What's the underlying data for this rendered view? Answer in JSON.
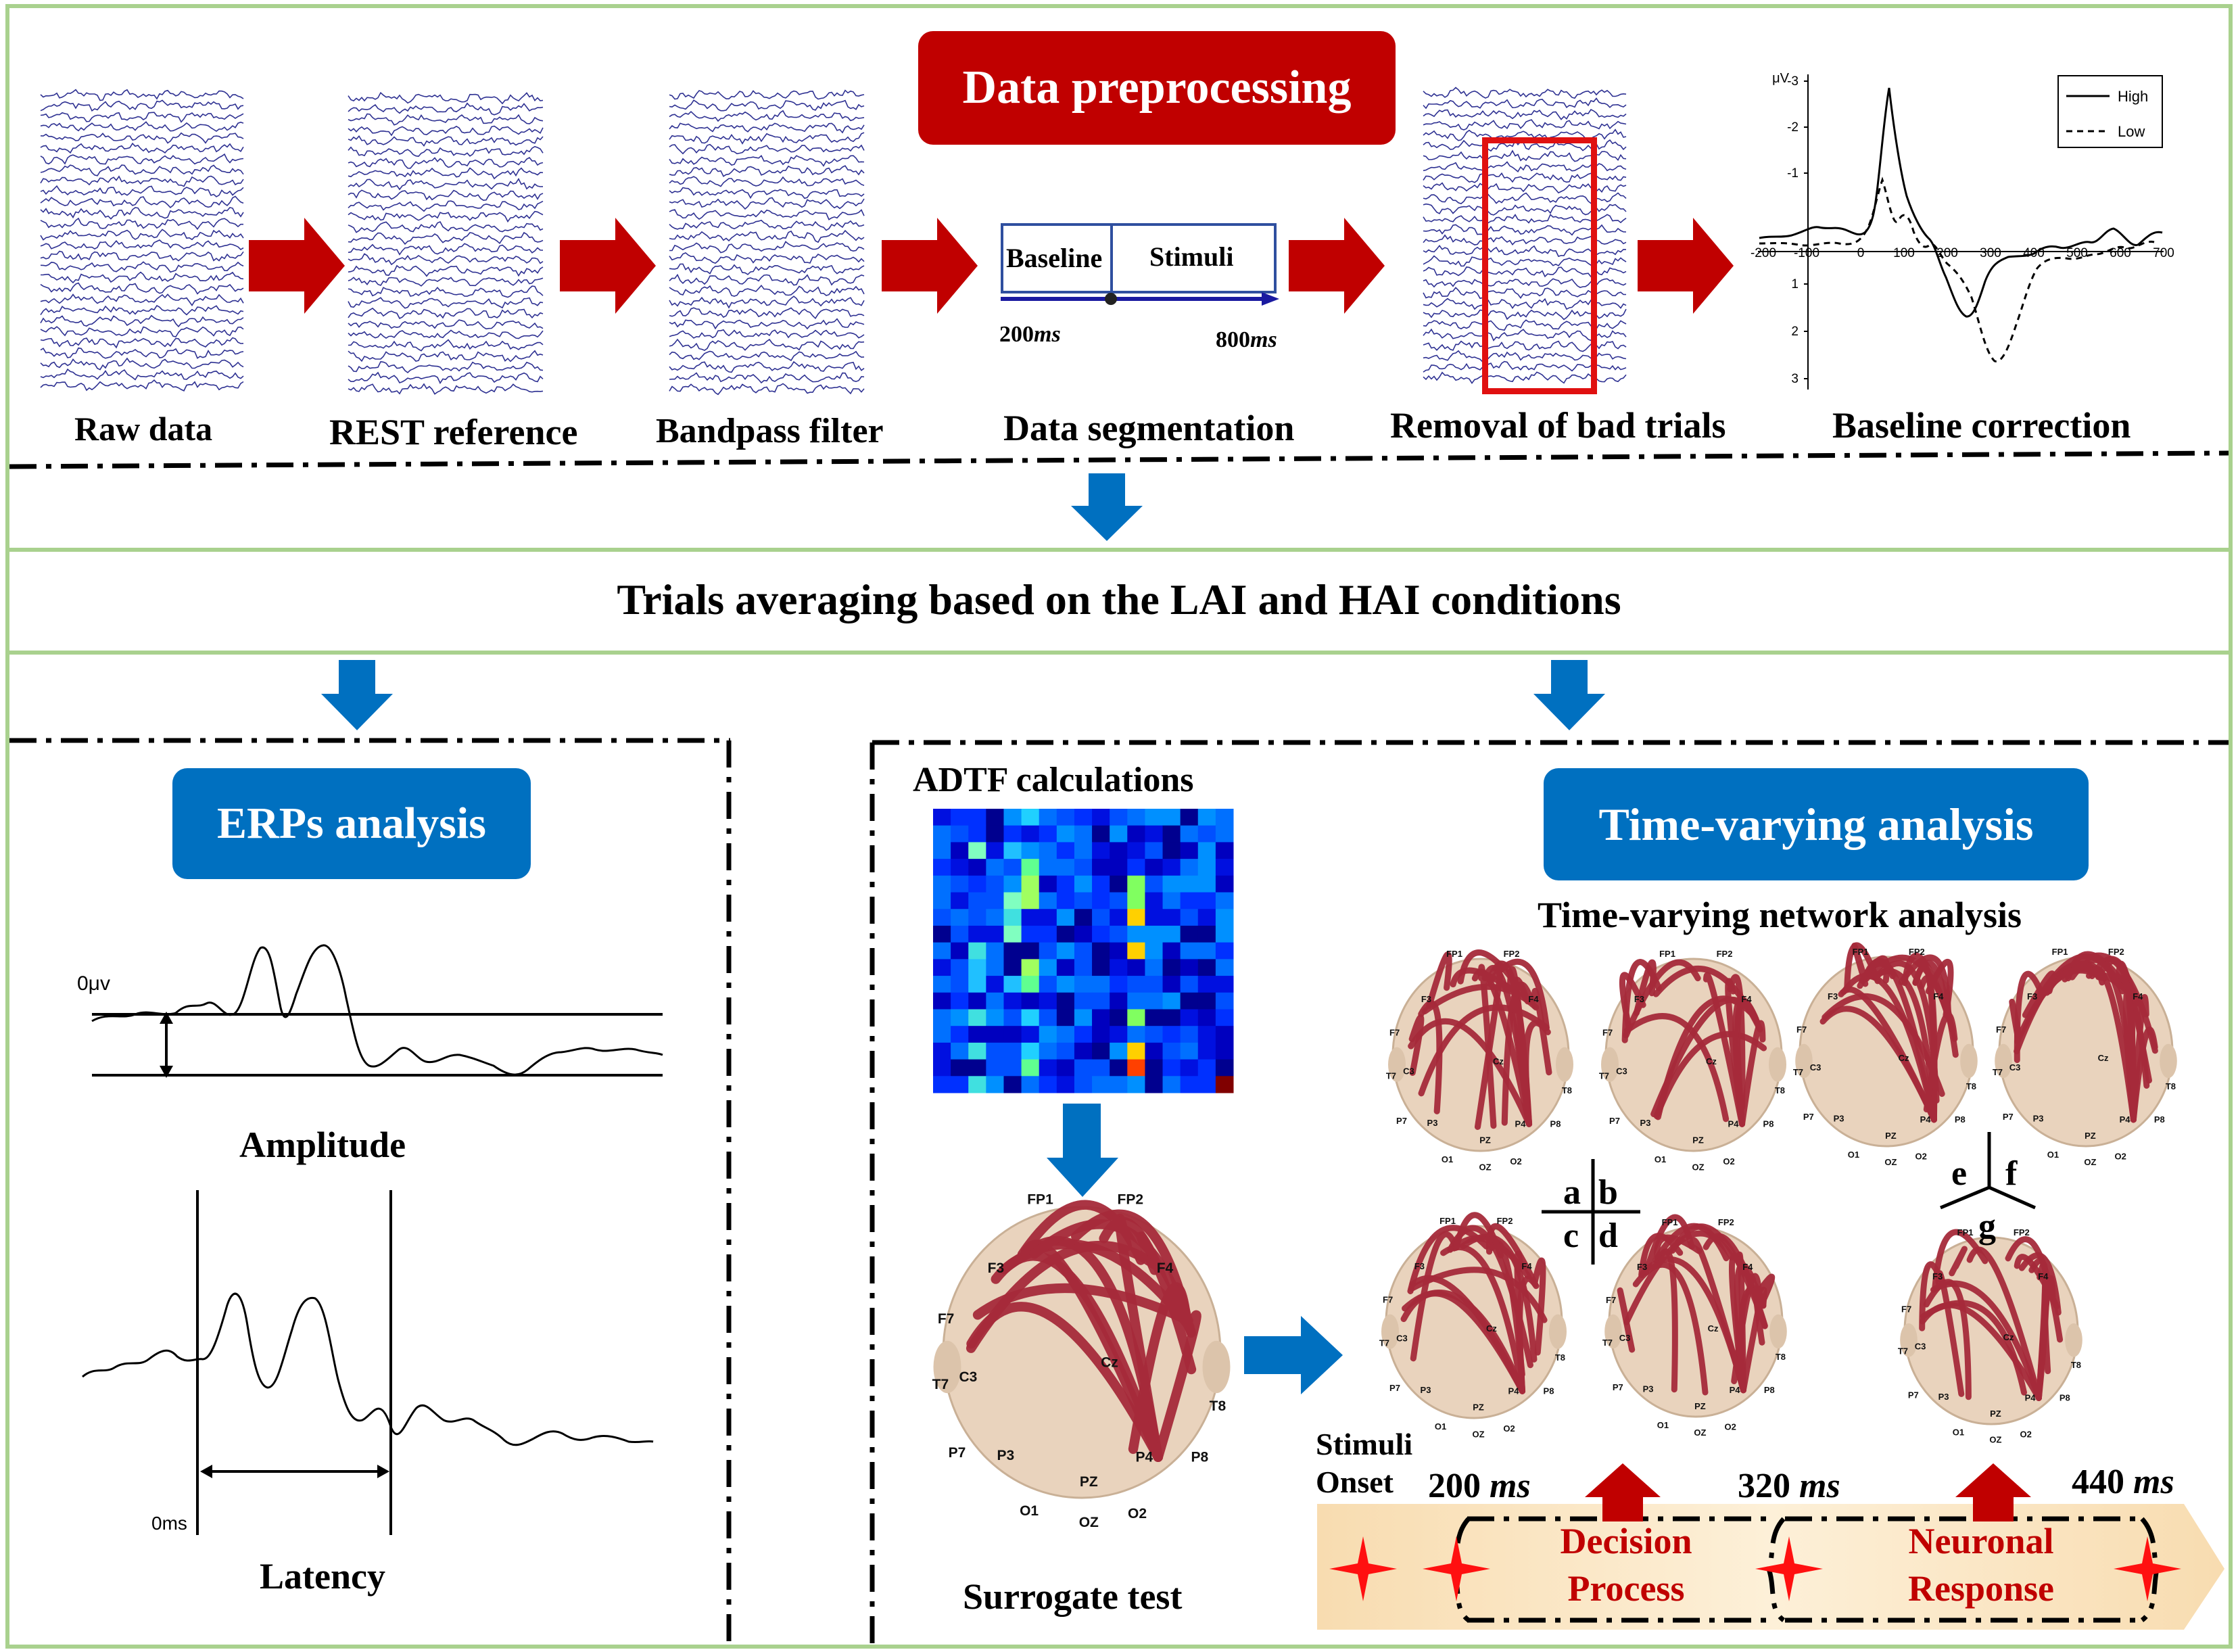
{
  "top": {
    "title": "Data preprocessing",
    "steps": [
      "Raw data",
      "REST reference",
      "Bandpass filter",
      "Data segmentation",
      "Removal of bad trials",
      "Baseline correction"
    ],
    "segment": {
      "baseline": "Baseline",
      "stimuli": "Stimuli",
      "t1_num": "200",
      "t1_unit": "ms",
      "t2_num": "800",
      "t2_unit": "ms"
    },
    "erp_plot": {
      "y_unit": "μV",
      "y_ticks": [
        "-3",
        "-2",
        "-1",
        "1",
        "2",
        "3"
      ],
      "x_ticks": [
        "-200",
        "-100",
        "0",
        "100",
        "200",
        "300",
        "400",
        "500",
        "600",
        "700"
      ],
      "legend": [
        "High",
        "Low"
      ]
    }
  },
  "middle": {
    "title": "Trials averaging based on the LAI and HAI conditions"
  },
  "left": {
    "title": "ERPs analysis",
    "zero_label": "0μv",
    "amplitude": "Amplitude",
    "zero_ms": "0ms",
    "latency": "Latency"
  },
  "right": {
    "adtf": "ADTF  calculations",
    "surrogate": "Surrogate test",
    "title": "Time-varying analysis",
    "subtitle": "Time-varying network  analysis",
    "panel_letters": [
      "a",
      "b",
      "c",
      "d",
      "e",
      "f",
      "g"
    ],
    "electrodes": [
      "FP1",
      "FP2",
      "F3",
      "F4",
      "F7",
      "C3",
      "Cz",
      "T7",
      "T8",
      "P7",
      "P3",
      "PZ",
      "P4",
      "P8",
      "O1",
      "OZ",
      "O2"
    ],
    "timeline": {
      "onset_line1": "Stimuli",
      "onset_line2": "Onset",
      "t200_num": "200",
      "t200_unit": "ms",
      "t320_num": "320",
      "t320_unit": "ms",
      "t440_num": "440",
      "t440_unit": "ms",
      "decision1": "Decision",
      "decision2": "Process",
      "neuronal1": "Neuronal",
      "neuronal2": "Response"
    }
  },
  "colors": {
    "panel_border": "#a9d18e",
    "red": "#c00000",
    "blue": "#0070c0",
    "eeg_trace": "#2e3192",
    "arrow_red": "#c00000",
    "arrow_blue": "#0070c0",
    "tube": "#a52a3a",
    "head": "#e8d3bf",
    "timeline_bg": "#fbe9c7"
  }
}
